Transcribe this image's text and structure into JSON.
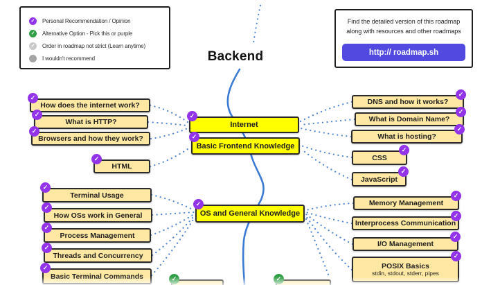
{
  "title": "Backend",
  "colors": {
    "personal_recommendation": "#9333ea",
    "alternative_option": "#2f9e44",
    "order_not_strict": "#c9c9c9",
    "not_recommended": "#a5a5a5",
    "node_fill": "#ffe8a3",
    "topic_fill": "#ffff00",
    "connector_blue": "#3b7bd4",
    "button_blue": "#5149e0"
  },
  "legend": {
    "items": [
      {
        "icon": "purple-check",
        "label": "Personal Recommendation / Opinion"
      },
      {
        "icon": "green-check",
        "label": "Alternative Option - Pick this or purple"
      },
      {
        "icon": "gray-check",
        "label": "Order in roadmap not strict (Learn anytime)"
      },
      {
        "icon": "gray-circle",
        "label": "I wouldn't recommend"
      }
    ]
  },
  "info_card": {
    "line1": "Find the detailed version of this roadmap",
    "line2": "along with resources and other roadmaps",
    "button_label": "http:// roadmap.sh"
  },
  "topics": {
    "internet": "Internet",
    "basic_frontend": "Basic Frontend Knowledge",
    "os_general": "OS and General Knowledge"
  },
  "nodes": {
    "left_top": [
      {
        "label": "How does the internet work?"
      },
      {
        "label": "What is HTTP?"
      },
      {
        "label": "Browsers and how they work?"
      },
      {
        "label": "HTML"
      }
    ],
    "right_top": [
      {
        "label": "DNS and how it works?"
      },
      {
        "label": "What is Domain Name?"
      },
      {
        "label": "What is hosting?"
      },
      {
        "label": "CSS"
      },
      {
        "label": "JavaScript"
      }
    ],
    "left_bottom": [
      {
        "label": "Terminal Usage"
      },
      {
        "label": "How OSs work in General"
      },
      {
        "label": "Process Management"
      },
      {
        "label": "Threads and Concurrency"
      },
      {
        "label": "Basic Terminal Commands"
      }
    ],
    "right_bottom": [
      {
        "label": "Memory Management"
      },
      {
        "label": "Interprocess Communication"
      },
      {
        "label": "I/O Management"
      },
      {
        "label": "POSIX Basics",
        "sub": "stdin, stdout, stderr, pipes"
      }
    ]
  }
}
